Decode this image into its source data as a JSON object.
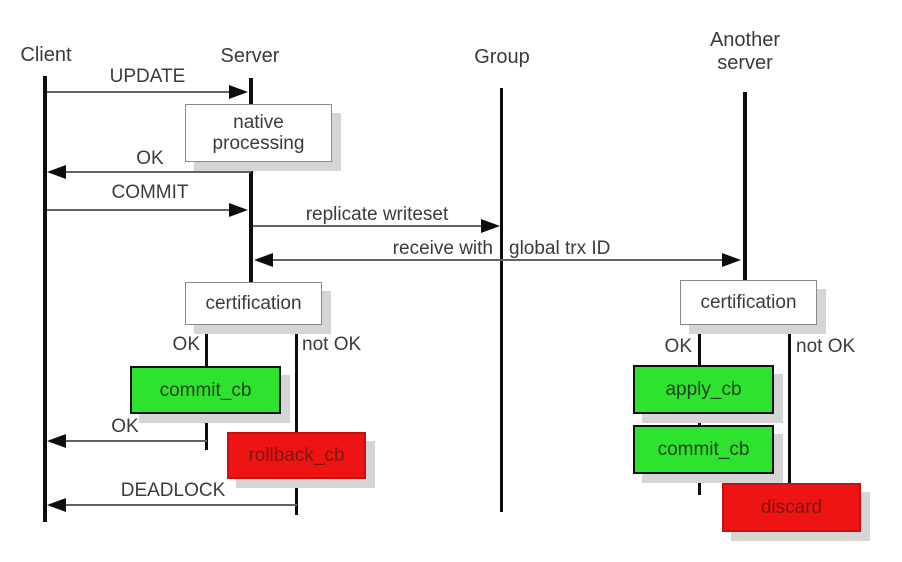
{
  "diagram_title": "replication sequence diagram",
  "colors": {
    "success_green": "#2ee32e",
    "failure_red": "#ee1414",
    "lifeline_black": "#0d0d0d",
    "arrow_gray": "#636363",
    "text_gray": "#3b3b3b",
    "box_shadow_gray": "#d5d5d5",
    "white_box_border": "#8a8a8a"
  },
  "actors": {
    "client": "Client",
    "server": "Server",
    "group": "Group",
    "another_server": "Another server"
  },
  "messages": {
    "update": "UPDATE",
    "ok_native": "OK",
    "commit": "COMMIT",
    "replicate_writeset": "replicate writeset",
    "receive_with": "receive with",
    "global_trx_id": "global trx ID",
    "ok_commit": "OK",
    "deadlock": "DEADLOCK"
  },
  "boxes": {
    "native_processing": "native processing",
    "certification_left": "certification",
    "certification_right": "certification",
    "commit_cb_left": "commit_cb",
    "rollback_cb": "rollback_cb",
    "apply_cb": "apply_cb",
    "commit_cb_right": "commit_cb",
    "discard": "discard"
  },
  "branch_labels": {
    "ok_left": "OK",
    "not_ok_left": "not OK",
    "ok_right": "OK",
    "not_ok_right": "not OK"
  }
}
